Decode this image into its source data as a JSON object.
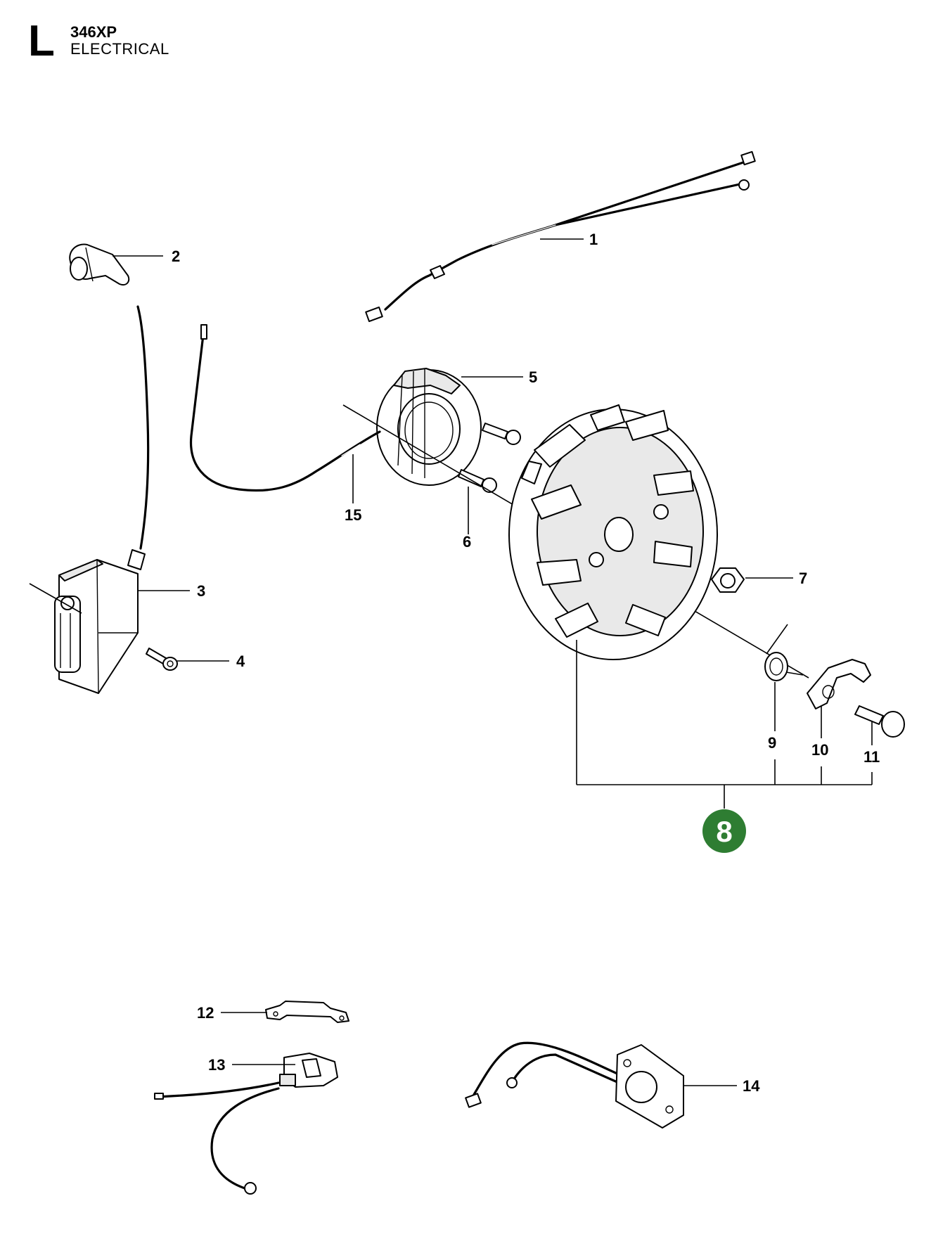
{
  "header": {
    "section_letter": "L",
    "model": "346XP",
    "title": "ELECTRICAL"
  },
  "callouts": {
    "c1": "1",
    "c2": "2",
    "c3": "3",
    "c4": "4",
    "c5": "5",
    "c6": "6",
    "c7": "7",
    "c8": "8",
    "c9": "9",
    "c10": "10",
    "c11": "11",
    "c12": "12",
    "c13": "13",
    "c14": "14",
    "c15": "15"
  },
  "colors": {
    "assembly_badge": "#2e7d32",
    "line": "#000000",
    "background": "#ffffff"
  }
}
